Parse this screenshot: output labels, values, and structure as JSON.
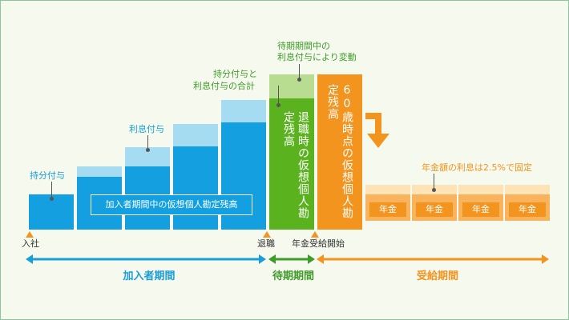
{
  "labels": {
    "contribution": "持分付与",
    "interest": "利息付与",
    "total": [
      "持分付与と",
      "利息付与の合計"
    ],
    "waiting_change": [
      "待期期間中の",
      "利息付与により変動"
    ],
    "fixed_rate": "年金額の利息は2.5%で固定"
  },
  "box_text": {
    "member_balance": "加入者期間中の仮想個人勘定残高",
    "retirement_balance": "退職時の仮想個人勘定残高",
    "age60_balance": "60歳時点の仮想個人勘定残高"
  },
  "pension_label": "年金",
  "pension_count": 4,
  "events": {
    "join": "入社",
    "retire": "退職",
    "pension_start": "年金受給開始"
  },
  "periods": {
    "member": "加入者期間",
    "waiting": "待期期間",
    "payout": "受給期間"
  },
  "colors": {
    "blue": "#14a0e0",
    "light_blue": "#a6dcf2",
    "green": "#5ab31e",
    "light_green": "#b8dd90",
    "orange": "#f3941e",
    "light_orange": "#fde3b6"
  }
}
